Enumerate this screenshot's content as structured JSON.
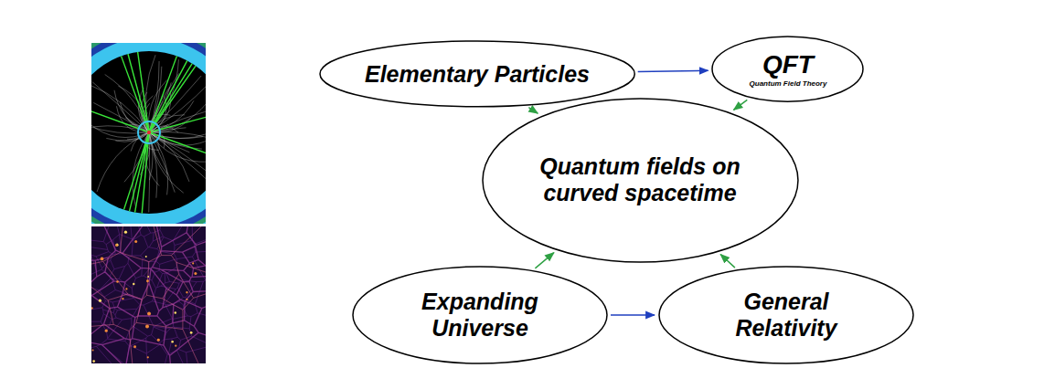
{
  "diagram": {
    "nodes": [
      {
        "text": [
          "Elementary Particles"
        ]
      },
      {
        "text": [
          "QFT",
          "Quantum Field Theory"
        ]
      },
      {
        "text": [
          "Quantum fields on curved spacetime"
        ]
      },
      {
        "text": [
          "Expanding Universe"
        ]
      },
      {
        "text": [
          "General Relativity"
        ]
      }
    ],
    "edges": [
      {
        "from": 0,
        "to": 1,
        "arrow": "to"
      },
      {
        "from": 0,
        "to": 2,
        "arrow": "to"
      },
      {
        "from": 1,
        "to": 2,
        "arrow": "to"
      },
      {
        "from": 3,
        "to": 2,
        "arrow": "to"
      },
      {
        "from": 4,
        "to": 2,
        "arrow": "to"
      },
      {
        "from": 3,
        "to": 4,
        "arrow": "to"
      }
    ]
  }
}
